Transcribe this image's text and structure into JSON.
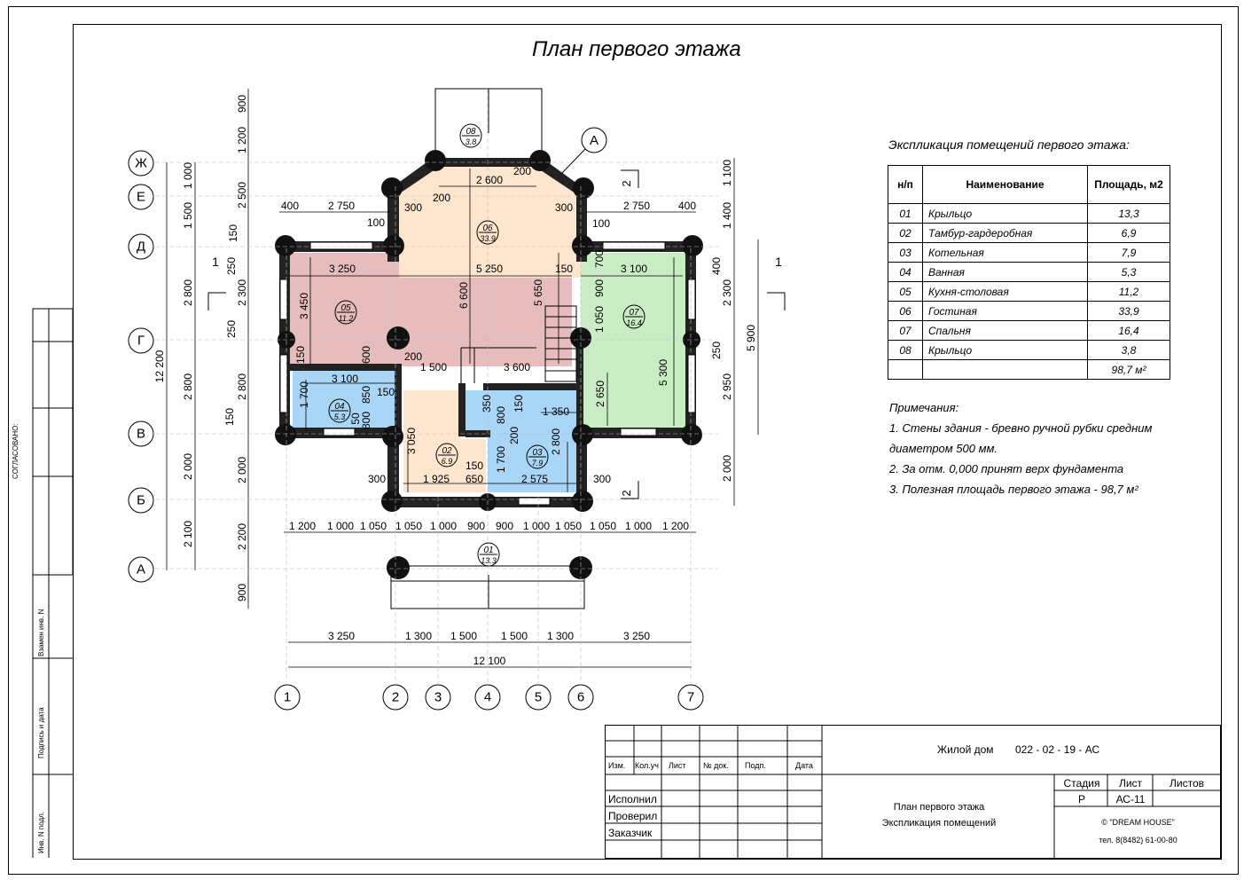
{
  "drawing_title": "План первого этажа",
  "explication": {
    "title": "Экспликация помещений первого этажа:",
    "headers": [
      "н/п",
      "Наименование",
      "Площадь, м2"
    ],
    "rows": [
      {
        "num": "01",
        "name": "Крыльцо",
        "area": "13,3"
      },
      {
        "num": "02",
        "name": "Тамбур-гардеробная",
        "area": "6,9"
      },
      {
        "num": "03",
        "name": "Котельная",
        "area": "7,9"
      },
      {
        "num": "04",
        "name": "Ванная",
        "area": "5,3"
      },
      {
        "num": "05",
        "name": "Кухня-столовая",
        "area": "11,2"
      },
      {
        "num": "06",
        "name": "Гостиная",
        "area": "33,9"
      },
      {
        "num": "07",
        "name": "Спальня",
        "area": "16,4"
      },
      {
        "num": "08",
        "name": "Крыльцо",
        "area": "3,8"
      }
    ],
    "total": "98,7 м²"
  },
  "notes": {
    "title": "Примечания:",
    "lines": [
      "1. Стены здания - бревно ручной рубки средним",
      "диаметром 500 мм.",
      "2. За отм. 0,000 принят верх фундамента",
      "3. Полезная площадь первого этажа - 98,7 м²"
    ]
  },
  "title_block": {
    "project": "Жилой дом",
    "code": "022 - 02 - 19 - АС",
    "columns": [
      "Изм.",
      "Кол.уч",
      "Лист",
      "№ док.",
      "Подп.",
      "Дата"
    ],
    "roles": [
      "Исполнил",
      "Проверил",
      "Заказчик"
    ],
    "sheet_name_1": "План первого этажа",
    "sheet_name_2": "Экспликация помещений",
    "stage_label": "Стадия",
    "sheet_label": "Лист",
    "sheets_label": "Листов",
    "stage": "Р",
    "sheet": "АС-11",
    "company": "© \"DREAM HOUSE\"",
    "phone": "тел. 8(8482) 61-00-80"
  },
  "side_stamp": {
    "agreed": "СОГЛАСОВАНО:",
    "replaced_inv": "Взамен инв. N",
    "signature_date": "Подпись и дата",
    "inv_orig": "Инв. N подл."
  },
  "axes": {
    "vertical": [
      "1",
      "2",
      "3",
      "4",
      "5",
      "6",
      "7"
    ],
    "horizontal": [
      "Ж",
      "Е",
      "Д",
      "Г",
      "В",
      "Б",
      "А"
    ]
  },
  "rooms": [
    {
      "num": "05",
      "area": "11.2"
    },
    {
      "num": "06",
      "area": "33.9"
    },
    {
      "num": "07",
      "area": "16.4"
    },
    {
      "num": "04",
      "area": "5.3"
    },
    {
      "num": "02",
      "area": "6.9"
    },
    {
      "num": "03",
      "area": "7.9"
    },
    {
      "num": "08",
      "area": "3.8"
    },
    {
      "num": "01",
      "area": "13.3"
    }
  ],
  "dimensions": {
    "bottom_row": [
      "3 250",
      "1 300",
      "1 500",
      "1 500",
      "1 300",
      "3 250"
    ],
    "bottom_total": "12 100",
    "porch_row": [
      "1 200",
      "1 000",
      "1 050",
      "1 050",
      "1 000",
      "900",
      "900",
      "1 000",
      "1 050",
      "1 050",
      "1 000",
      "1 200"
    ],
    "left_outer": [
      "1 000",
      "1 500",
      "2 800",
      "2 800",
      "2 000",
      "2 100"
    ],
    "left_total": "12 200",
    "left_inner": [
      "900",
      "1 200",
      "2 500",
      "2 300",
      "2 800",
      "2 000",
      "2 200",
      "900"
    ],
    "right_outer": [
      "1 100",
      "1 400",
      "2 300",
      "2 950",
      "2 000"
    ],
    "right_total": "5 900",
    "top_left": [
      "400",
      "2 750"
    ],
    "top_right": [
      "2 750",
      "400"
    ],
    "interior": [
      "2 600",
      "200",
      "200",
      "300",
      "300",
      "100",
      "100",
      "3 250",
      "5 250",
      "150",
      "3 100",
      "3 450",
      "6 600",
      "5 650",
      "1 050",
      "900",
      "700",
      "400",
      "1 500",
      "3 600",
      "200",
      "3 100",
      "1 700",
      "850",
      "600",
      "150",
      "50",
      "800",
      "3 050",
      "1 925",
      "650",
      "1 700",
      "2 575",
      "1 350",
      "2 800",
      "2 650",
      "5 300",
      "800",
      "200",
      "150",
      "350",
      "150",
      "300",
      "300",
      "250",
      "250",
      "250",
      "150",
      "150",
      "150"
    ],
    "section_marks": [
      "1",
      "1",
      "2",
      "2"
    ],
    "callout": "А"
  }
}
